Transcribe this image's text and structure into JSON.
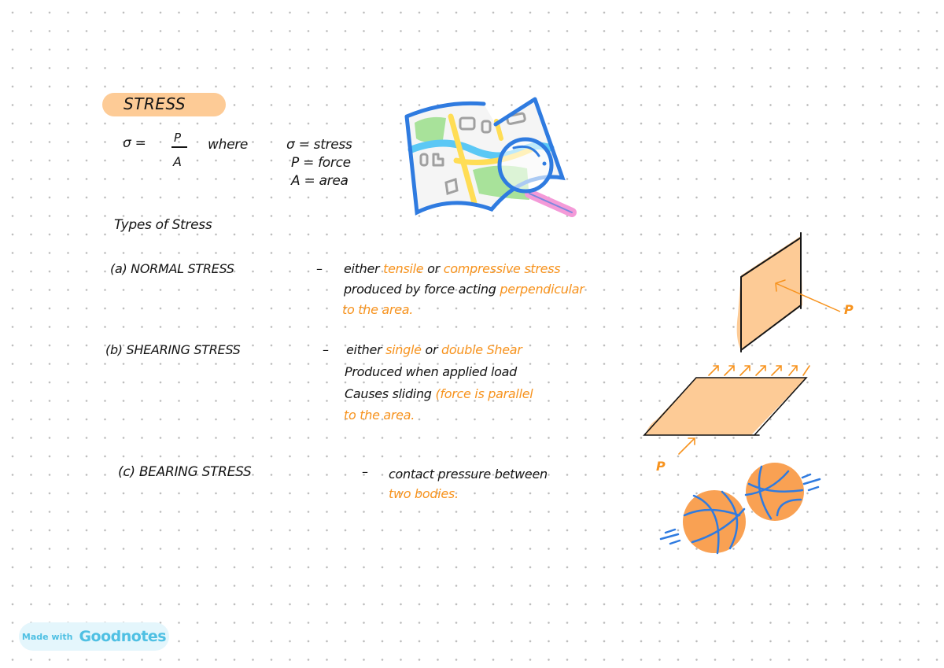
{
  "page": {
    "title": "STRESS",
    "formula": {
      "lhs": "σ =",
      "numerator": "P",
      "denominator": "A",
      "where_label": "where",
      "definitions": [
        {
          "symbol": "σ",
          "eq": "=",
          "meaning": "stress"
        },
        {
          "symbol": "P",
          "eq": "=",
          "meaning": "force"
        },
        {
          "symbol": "A",
          "eq": "=",
          "meaning": "area"
        }
      ]
    },
    "section_heading": "Types of Stress",
    "types": [
      {
        "label": "(a) NORMAL STRESS",
        "dash": "–",
        "lines": [
          [
            {
              "t": "either ",
              "c": "ink"
            },
            {
              "t": "tensile",
              "c": "orange"
            },
            {
              "t": " or ",
              "c": "ink"
            },
            {
              "t": "compressive stress",
              "c": "orange"
            }
          ],
          [
            {
              "t": "produced by force acting ",
              "c": "ink"
            },
            {
              "t": "perpendicular",
              "c": "orange"
            }
          ],
          [
            {
              "t": "to the area.",
              "c": "orange"
            }
          ]
        ]
      },
      {
        "label": "(b) SHEARING STRESS",
        "dash": "–",
        "lines": [
          [
            {
              "t": "either ",
              "c": "ink"
            },
            {
              "t": "single",
              "c": "orange"
            },
            {
              "t": " or ",
              "c": "ink"
            },
            {
              "t": "double Shear",
              "c": "orange"
            }
          ],
          [
            {
              "t": "Produced when applied load",
              "c": "ink"
            }
          ],
          [
            {
              "t": "Causes sliding ",
              "c": "ink"
            },
            {
              "t": "(force is parallel",
              "c": "orange"
            }
          ],
          [
            {
              "t": "to the area.",
              "c": "orange"
            }
          ]
        ]
      },
      {
        "label": "(c)   BEARING STRESS",
        "dash": "–",
        "lines": [
          [
            {
              "t": "contact pressure between",
              "c": "ink"
            }
          ],
          [
            {
              "t": "two bodies.",
              "c": "orange"
            }
          ]
        ]
      }
    ],
    "diagram_labels": {
      "normal_force": "P",
      "shear_force": "P"
    }
  },
  "badge": {
    "prefix": "Made with",
    "brand": "Goodnotes"
  },
  "colors": {
    "ink": "#151515",
    "accent_orange": "#F7931E",
    "highlight": "#FDCB96",
    "fill_orange": "#FDCB96",
    "map_blue": "#2F7BE0",
    "map_green": "#A8E29A",
    "map_yellow": "#FFDD55",
    "map_river": "#5BC8F5",
    "magnifier_pink": "#F49AD8",
    "ball_orange": "#F9A153",
    "badge_bg": "#E4F6FC",
    "badge_text": "#4FC0E3"
  }
}
